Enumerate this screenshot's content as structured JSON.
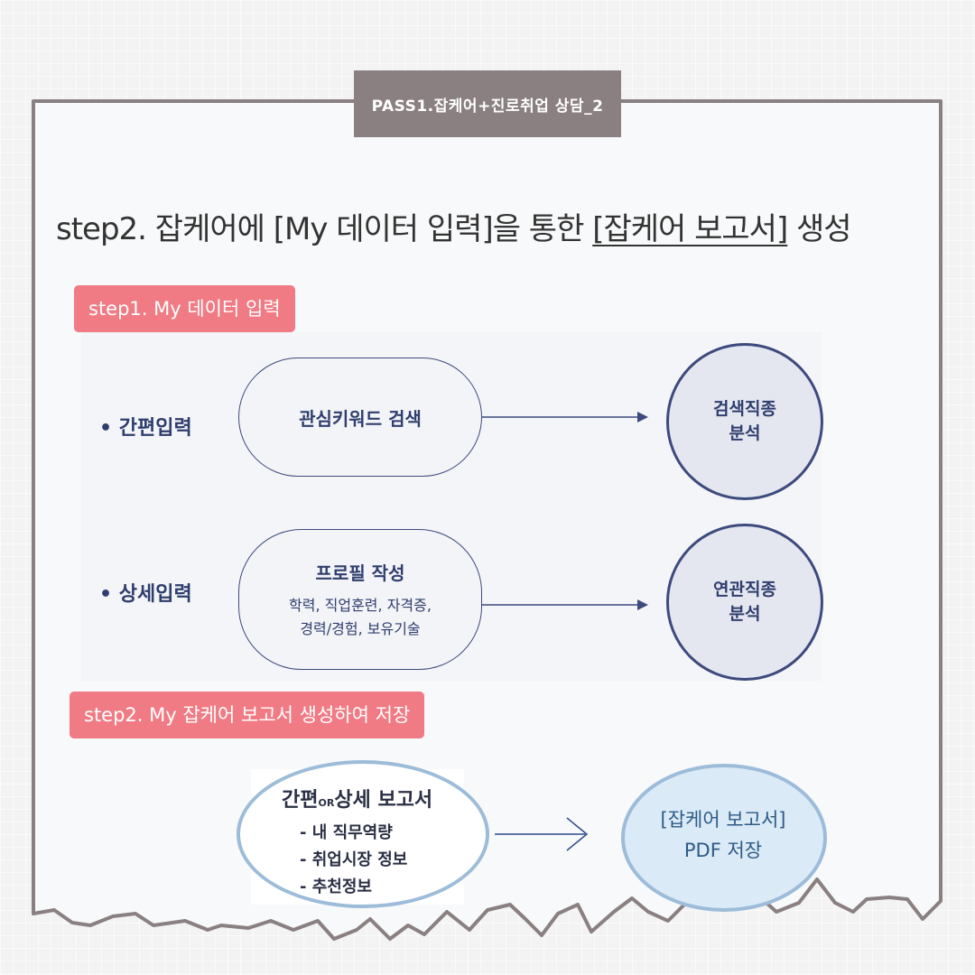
{
  "header_tag": "PASS1.잡케어+진로취업 상담_2",
  "title": {
    "prefix": "step2. 잡케어에 [My 데이터 입력]을 통한 ",
    "underlined": "[잡케어 보고서]",
    "suffix": " 생성"
  },
  "step1": {
    "label": "step1. My 데이터 입력",
    "simple": {
      "label": "• 간편입력",
      "pill_title": "관심키워드 검색",
      "result": [
        "검색직종",
        "분석"
      ]
    },
    "detail": {
      "label": "• 상세입력",
      "pill_title": "프로필 작성",
      "pill_sub": [
        "학력, 직업훈련, 자격증,",
        "경력/경험, 보유기술"
      ],
      "result": [
        "연관직종",
        "분석"
      ]
    }
  },
  "step2": {
    "label": "step2. My 잡케어 보고서 생성하여 저장",
    "report_title_a": "간편",
    "report_title_or": "OR",
    "report_title_b": "상세 보고서",
    "report_items": [
      "- 내 직무역량",
      "- 취업시장 정보",
      "- 추천정보"
    ],
    "pdf_line1": "[잡케어 보고서]",
    "pdf_line2": "PDF 저장"
  },
  "colors": {
    "frame": "#8a7f81",
    "step_label_bg": "#f07b84",
    "navy": "#3d4a7e",
    "light_blue": "#9cbcd9"
  }
}
